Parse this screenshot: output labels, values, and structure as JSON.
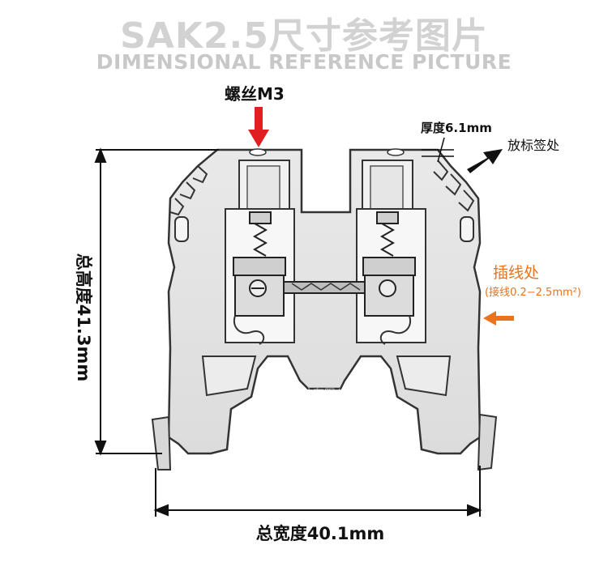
{
  "title": {
    "cn": "SAK2.5尺寸参考图片",
    "en": "DIMENSIONAL REFERENCE PICTURE"
  },
  "labels": {
    "screw": "螺丝M3",
    "thickness": "厚度6.1mm",
    "marker_place": "放标签处",
    "wire_insert": "插线处",
    "wire_range": "(接线0.2−2.5mm²)",
    "total_height": "总高度41.3mm",
    "total_width": "总宽度40.1mm"
  },
  "watermark": {
    "company": "非亦科技有限公司",
    "tel": "TEL:15395082211"
  },
  "colors": {
    "screw_arrow": "#e02020",
    "wire_text": "#e8741e",
    "marker_arrow": "#111111",
    "dimension_line": "#111111"
  }
}
